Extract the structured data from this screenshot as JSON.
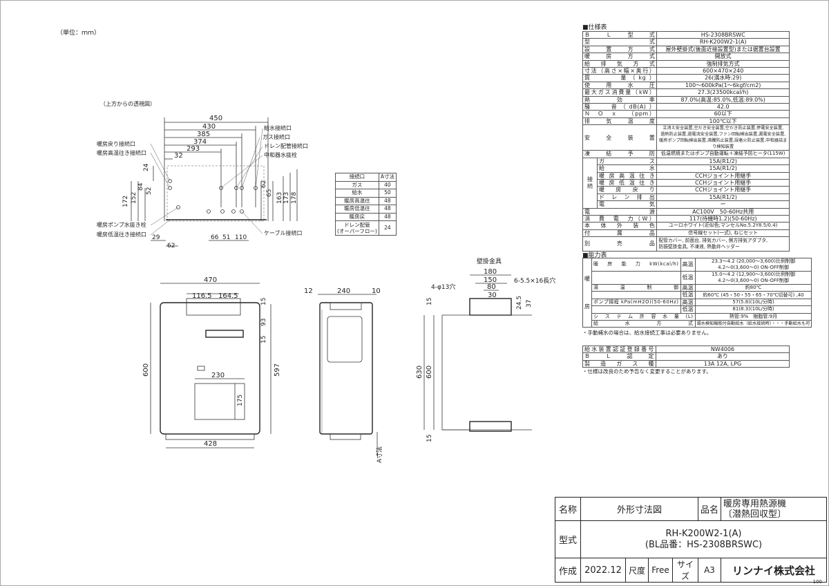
{
  "unit_label": "（単位：ｍｍ）",
  "top_view": {
    "title": "（上方からの透視図）",
    "dims_top": [
      "450",
      "430",
      "385",
      "374",
      "293",
      "32"
    ],
    "dims_left": [
      "24",
      "172",
      "152",
      "84",
      "52"
    ],
    "dims_right": [
      "62",
      "65",
      "163",
      "173",
      "178"
    ],
    "dims_bottom": [
      "29",
      "62",
      "66",
      "51",
      "110"
    ],
    "labels_left": [
      "暖房戻り接続口",
      "暖房高温往き接続口",
      "暖房ポンプ水抜き栓",
      "暖房低温往き接続口"
    ],
    "labels_right": [
      "給水接続口",
      "ガス接続口",
      "ドレン配管接続口",
      "中和器水抜栓",
      "ケーブル接続口"
    ]
  },
  "conn_table": {
    "headers": [
      "接続口",
      "A寸法"
    ],
    "rows": [
      [
        "ガス",
        "40"
      ],
      [
        "給水",
        "50"
      ],
      [
        "暖房高温往",
        "48"
      ],
      [
        "暖房低温往",
        "48"
      ],
      [
        "暖房戻",
        "48"
      ],
      [
        "ドレン配管\n(オーバーフロー)",
        "24"
      ]
    ]
  },
  "front_view": {
    "dims": [
      "470",
      "116.5",
      "164.5",
      "15",
      "93",
      "15",
      "597",
      "600",
      "230",
      "175",
      "428"
    ]
  },
  "side_view": {
    "dims": [
      "12",
      "240",
      "10",
      "A寸法"
    ]
  },
  "bracket_view": {
    "title": "壁掛金具",
    "dims": [
      "180",
      "150",
      "80",
      "30",
      "6-5.5×16長穴",
      "4-φ13穴",
      "24.5",
      "37",
      "15",
      "630",
      "600",
      "15"
    ]
  },
  "spec_section": {
    "title": "■仕様表",
    "rows": [
      [
        "Ｂ　Ｌ　型　式",
        "HS-2308BRSWC"
      ],
      [
        "型　　　式",
        "RH-K200W2-1(A)"
      ],
      [
        "設　置　方　式",
        "屋外壁掛式(後面近接設置型)または据置台設置"
      ],
      [
        "暖　房　方　式",
        "開放式"
      ],
      [
        "給　排　気　方　式",
        "強制排気方式"
      ],
      [
        "寸法（高さ×幅×奥行）",
        "600×470×240"
      ],
      [
        "質　　　量（kg）",
        "26(満水時:29)"
      ],
      [
        "使　用　水　圧",
        "100〜600kPa(1〜6kgf/cm2)"
      ],
      [
        "最大ガス消費量（kW）",
        "27.3(23500kcal/h)"
      ],
      [
        "熱　　効　　率",
        "87.0%(高温:85.0%,低温:89.0%)"
      ],
      [
        "騒　　音（dB(A)）",
        "42.0"
      ],
      [
        "Ｎ　Ｏ　ｘ　　（ppm）",
        "60以下"
      ],
      [
        "排　気　温　度",
        "100℃以下"
      ],
      [
        "凍　結　予　防",
        "低温燃焼またはポンプ自動運転＋凍結予防ヒータ(115W)"
      ]
    ],
    "safety_label": "安　全　装　置",
    "safety_lines": [
      "立消え安全装置,空だき安全装置,空だき防止装置,停電安全装置,",
      "過熱防止装置,過電流安全装置,ファン回転検出装置,漏電安全装置,",
      "暖房ポンプ回転検出装置,沸騰防止装置,誤着火防止装置,中和器詰まり検知装置"
    ],
    "connection_label": "接　続",
    "connection_rows": [
      [
        "ガ　　ス",
        "15A(R1/2)"
      ],
      [
        "給　　水",
        "15A(R1/2)"
      ],
      [
        "暖房高温往き",
        "CCHジョイント用継手"
      ],
      [
        "暖房低温往き",
        "CCHジョイント用継手"
      ],
      [
        "暖　房　戻　り",
        "CCHジョイント用継手"
      ],
      [
        "ド　レ　ン　排　出",
        "15A(R1/2)"
      ],
      [
        "電　　　気",
        "ー"
      ]
    ],
    "rows_after": [
      [
        "電　　　源",
        "AC100V　50-60Hz共用"
      ],
      [
        "消　費　電　力（W）",
        "117(待機時1.2)(50-60Hz)"
      ],
      [
        "本　体　外　装　色",
        "ユーロホワイト(近似色;マンセルNo.5.2Y8.5/0.4)"
      ],
      [
        "付　　属　　品",
        "信号線セット(一式), ねじセット"
      ]
    ],
    "options_label": "別　売　品",
    "options_lines": [
      "配管カバー, 前面台, 排気カバー, 側方排気アダプタ,",
      "防振壁掛金具, 不凍液, 熱動弁ヘッダー"
    ]
  },
  "capacity_section": {
    "title": "■能力表",
    "side_label": "暖房",
    "rows": [
      {
        "label": "暖房能力kW(kcal/h)",
        "sub": "高温",
        "lines": [
          "23.3〜4.2 (20,000〜3,600)比例制御",
          "4.2〜0(3,600〜0) ON-OFF制御"
        ]
      },
      {
        "label": "",
        "sub": "低温",
        "lines": [
          "15.0〜4.2 (12,900〜3,600)比例制御",
          "4.2〜0(3,600〜0) ON-OFF制御"
        ]
      },
      {
        "label": "湯　温　制　御",
        "sub": "高温",
        "lines": [
          "約80℃"
        ]
      },
      {
        "label": "",
        "sub": "低温",
        "lines": [
          "約60℃ (45・50・55・65・70℃切替可) ,40"
        ]
      },
      {
        "label": "ポンプ揚程 kPa(mH2O)(50-60Hz)",
        "sub": "高温",
        "lines": [
          "57(5.8)(10L/分時)"
        ]
      },
      {
        "label": "",
        "sub": "低温",
        "lines": [
          "81(8.3)(10L/分時)"
        ]
      },
      {
        "label": "システム許容水量(L)",
        "sub": "",
        "lines": [
          "熱管:9%　樹脂管:9月"
        ]
      },
      {
        "label": "給　水　方　式",
        "sub": "",
        "lines": [
          "漏水検知機能付自動給水（給水接続時）・・・手動給水も可"
        ]
      }
    ],
    "note": "・手動補水の場合は、給水接続工事は必要ありません。"
  },
  "approval_table": {
    "rows": [
      [
        "給水装置認証登録番号",
        "NW4006"
      ],
      [
        "Ｂ　Ｌ　認　定",
        "あり"
      ],
      [
        "製　造　ガ　ス　種",
        "13A 12A, LPG"
      ]
    ],
    "note": "・仕様は改良のため予告なく変更することがあります。"
  },
  "title_block": {
    "name_label": "名称",
    "name_value": "外形寸法図",
    "product_label": "品名",
    "product_value_1": "暖房専用熱源機",
    "product_value_2": "〔潜熱回収型〕",
    "model_label": "型式",
    "model_value_1": "RH-K200W2-1(A)",
    "model_value_2": "(BL品番：HS-2308BRSWC)",
    "created_label": "作成",
    "created_value": "2022.12",
    "scale_label": "尺度",
    "scale_value": "Free",
    "size_label": "サイズ",
    "size_value": "A3",
    "company": "リンナイ株式会社"
  },
  "page_no": "100"
}
